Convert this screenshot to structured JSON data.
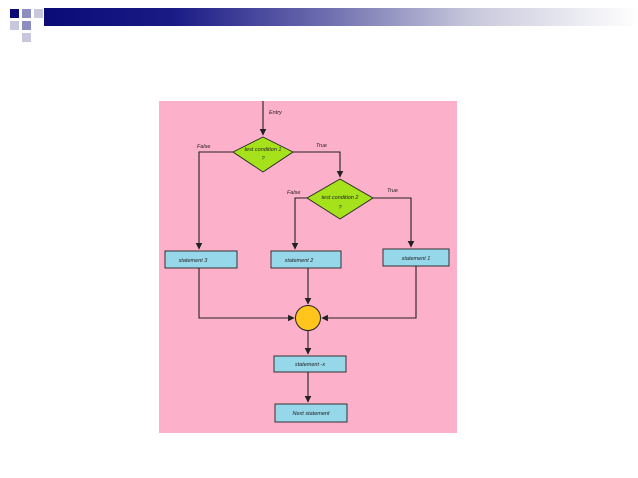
{
  "slide": {
    "header_colors": [
      "#0b0b78",
      "#6f6fb0",
      "#ffffff"
    ],
    "panel_color": "#fdb0c9"
  },
  "diagram": {
    "entry_label": "Entry",
    "condition1": {
      "line1": "test condition 1",
      "line2": "?",
      "false_label": "False",
      "true_label": "True"
    },
    "condition2": {
      "line1": "test condition 2",
      "line2": "?",
      "false_label": "False",
      "true_label": "True"
    },
    "statements": {
      "s1": "statement 1",
      "s2": "statement 2",
      "s3": "statement 3",
      "s4": "statement -x",
      "next": "Next statement"
    },
    "colors": {
      "decision": "#a6e21b",
      "statement": "#97d7ea",
      "junction": "#ffc51d"
    }
  }
}
